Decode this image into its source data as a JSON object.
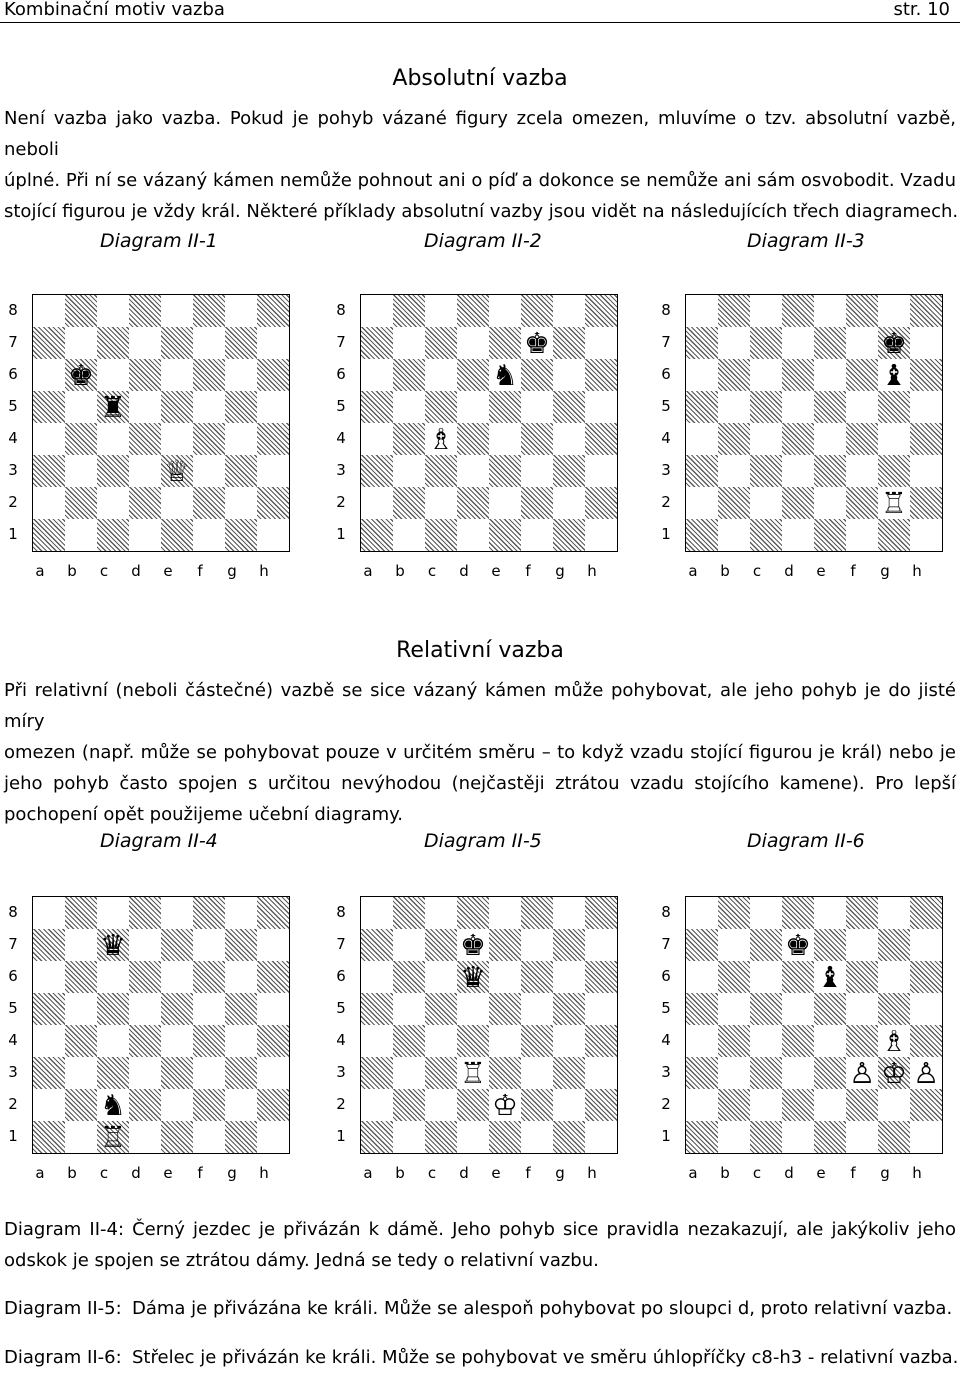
{
  "header": {
    "left": "Kombinační motiv vazba",
    "right": "str. 10"
  },
  "section1": {
    "title": "Absolutní vazba",
    "lines": [
      "Není vazba jako vazba. Pokud je pohyb vázané figury zcela omezen, mluvíme o tzv. absolutní vazbě, neboli",
      "úplné. Při ní se vázaný kámen nemůže pohnout ani o píď a dokonce se nemůže ani sám osvobodit. Vzadu",
      "stojící figurou je vždy král. Některé příklady absolutní vazby jsou vidět na následujících třech diagramech."
    ]
  },
  "section2": {
    "title": "Relativní vazba",
    "lines": [
      "Při relativní (neboli částečné) vazbě se sice vázaný kámen může pohybovat, ale jeho pohyb je do jisté míry",
      "omezen (např. může se pohybovat pouze v určitém směru – to když vzadu stojící figurou je král) nebo je",
      "jeho pohyb často spojen s určitou nevýhodou (nejčastěji ztrátou vzadu stojícího kamene). Pro lepší",
      "pochopení opět použijeme učební diagramy."
    ]
  },
  "files": [
    "a",
    "b",
    "c",
    "d",
    "e",
    "f",
    "g",
    "h"
  ],
  "ranks": [
    "8",
    "7",
    "6",
    "5",
    "4",
    "3",
    "2",
    "1"
  ],
  "diagrams": [
    {
      "caption": "Diagram II-1",
      "pieces": [
        {
          "sq": "b6",
          "glyph": "♚",
          "name": "black-king"
        },
        {
          "sq": "c5",
          "glyph": "♜",
          "name": "black-rook"
        },
        {
          "sq": "e3",
          "glyph": "♕",
          "name": "white-queen"
        }
      ]
    },
    {
      "caption": "Diagram II-2",
      "pieces": [
        {
          "sq": "f7",
          "glyph": "♚",
          "name": "black-king"
        },
        {
          "sq": "e6",
          "glyph": "♞",
          "name": "black-knight"
        },
        {
          "sq": "c4",
          "glyph": "♗",
          "name": "white-bishop"
        }
      ]
    },
    {
      "caption": "Diagram II-3",
      "pieces": [
        {
          "sq": "g7",
          "glyph": "♚",
          "name": "black-king"
        },
        {
          "sq": "g6",
          "glyph": "♝",
          "name": "black-bishop"
        },
        {
          "sq": "g2",
          "glyph": "♖",
          "name": "white-rook"
        }
      ]
    },
    {
      "caption": "Diagram II-4",
      "pieces": [
        {
          "sq": "c7",
          "glyph": "♛",
          "name": "black-queen"
        },
        {
          "sq": "c2",
          "glyph": "♞",
          "name": "black-knight"
        },
        {
          "sq": "c1",
          "glyph": "♖",
          "name": "white-rook"
        }
      ]
    },
    {
      "caption": "Diagram II-5",
      "pieces": [
        {
          "sq": "d7",
          "glyph": "♚",
          "name": "black-king"
        },
        {
          "sq": "d6",
          "glyph": "♛",
          "name": "black-queen"
        },
        {
          "sq": "d3",
          "glyph": "♖",
          "name": "white-rook"
        },
        {
          "sq": "e2",
          "glyph": "♔",
          "name": "white-king"
        }
      ]
    },
    {
      "caption": "Diagram II-6",
      "pieces": [
        {
          "sq": "d7",
          "glyph": "♚",
          "name": "black-king"
        },
        {
          "sq": "e6",
          "glyph": "♝",
          "name": "black-bishop"
        },
        {
          "sq": "g4",
          "glyph": "♗",
          "name": "white-bishop"
        },
        {
          "sq": "f3",
          "glyph": "♙",
          "name": "white-pawn"
        },
        {
          "sq": "g3",
          "glyph": "♔",
          "name": "white-king"
        },
        {
          "sq": "h3",
          "glyph": "♙",
          "name": "white-pawn"
        }
      ]
    }
  ],
  "notes": {
    "n4_line1": "Diagram II-4: Černý jezdec je přivázán k dámě. Jeho pohyb sice pravidla nezakazují, ale jakýkoliv jeho",
    "n4_line2": "odskok je spojen se ztrátou dámy. Jedná se tedy o relativní vazbu.",
    "n5_label": "Diagram II-5:",
    "n5_text": "Dáma je přivázána ke králi. Může se alespoň pohybovat po sloupci d, proto relativní vazba.",
    "n6_label": "Diagram II-6:",
    "n6_text": "Střelec je přivázán ke králi. Může se pohybovat ve směru úhlopříčky c8-h3 - relativní vazba."
  }
}
